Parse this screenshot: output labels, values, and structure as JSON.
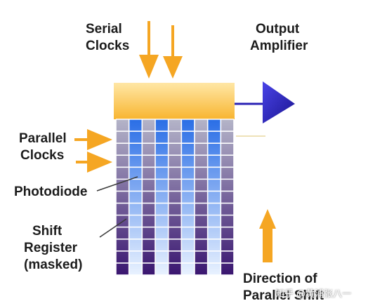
{
  "labels": {
    "serial_clocks": [
      "Serial",
      "Clocks"
    ],
    "output_amplifier": [
      "Output",
      "Amplifier"
    ],
    "parallel_clocks": [
      "Parallel",
      "Clocks"
    ],
    "photodiode": "Photodiode",
    "shift_register": [
      "Shift",
      "Register",
      "(masked)"
    ],
    "direction": [
      "Direction of",
      "Parallel Shift"
    ]
  },
  "watermark": "知乎 @黄浦张八一",
  "grid": {
    "columns": 9,
    "rows": 13
  },
  "icons": {
    "serial_clock_arrows": "down-arrow-icon",
    "parallel_clock_arrows": "right-arrow-icon",
    "output_amplifier": "triangle-amplifier-icon",
    "direction_arrow": "up-arrow-icon"
  },
  "colors": {
    "orange": "#f5a623",
    "register_yellow": "#fbc85c",
    "amplifier_blue": "#2a22b4",
    "photodiode_blue": "#2f74e6",
    "shift_register_purple": "#3d1a72"
  }
}
